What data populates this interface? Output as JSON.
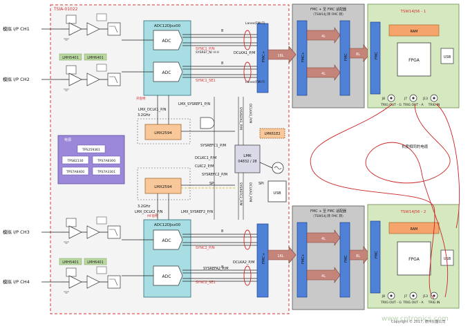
{
  "board": {
    "title": "TSIA-01022"
  },
  "inputs": [
    {
      "label": "模拟 I/P CH1"
    },
    {
      "label": "模拟 I/P CH2"
    },
    {
      "label": "模拟 I/P CH3"
    },
    {
      "label": "模拟 I/P CH4"
    }
  ],
  "amps": {
    "top": [
      "LMH5401",
      "LMH6401"
    ],
    "bottom": [
      "LMH5401",
      "LMH6401"
    ]
  },
  "adc_top": {
    "title": "ADC12DJxx00",
    "block": "ADC"
  },
  "adc_bottom": {
    "title": "ADC12DJxx00",
    "block": "ADC"
  },
  "signals": {
    "sync1_p": "SYNC1_P/N",
    "sync1_se": "SYNC1_SE1",
    "sync2_p": "SYNC2_P/N",
    "sync2_se": "SYNC2_SE1",
    "sysref_top": "SYSREF_N/ H H",
    "lmx_dclk1": "LMX_DCLK1_P/N",
    "lmx_dclk2": "LMX_DCLK2_P/N",
    "lmx_sysref1": "LMX_SYSREF1_P/N",
    "lmx_sysref2": "LMX_SYSREF2_P/N",
    "sysrefc1": "SYSREFC1_P/M",
    "dclkc1": "DCLKC1_P/M",
    "clkc2": "CLKC2_P/M",
    "sysrefc2": "SYSREFC2_P/M",
    "spi1": "SPI",
    "spi2": "SPI",
    "dclka1": "DCLKA1_P/M",
    "dclka2": "DCLKA2_P/M",
    "sysrefa1": "SYSREFA1_P/M",
    "sysrefa2": "SYSREFA2_P/M",
    "freq1": "3.2GHz",
    "freq2": "3.2GHz",
    "lane_top": "Lanes(FMI-T)",
    "lane_top2": "Lanes(FMI-T)",
    "bus8a": "8",
    "bus8b": "8",
    "bus8c": "8",
    "bus8d": "8",
    "note_red1": "开窗特",
    "note_red2": "MF窗特"
  },
  "lmx_top": "LMX2594",
  "lmx_bottom": "LMX2594",
  "lmk": {
    "name": "LMK\n04832 / 28",
    "l1": "LMK",
    "l2": "04832 / 28"
  },
  "lmk_aux": "LMK61E2",
  "usb_left": "USB",
  "fmc_left_top": "FMC+",
  "fmc_left_bottom": "FMC+",
  "power": {
    "title": "电源",
    "chips": [
      "TPS259361",
      "TPS82130",
      "TPS7A8300",
      "TPS7A8400",
      "TPS7A3301"
    ]
  },
  "adapter_top": {
    "title": "FMC + 至 FMC 适配器",
    "subtitle": "（TSW14J 转 FMC 转）",
    "fmc_a": "FMC+",
    "fmc_b": "FMC",
    "lane_a": "4L",
    "lane_b": "4L",
    "link_in": "16L",
    "link_out": "8L"
  },
  "adapter_bottom": {
    "title": "FMC + 至 FMC 适配器",
    "subtitle": "（TSW14J 转 FMC 转）",
    "fmc_a": "FMC+",
    "fmc_b": "FMC",
    "lane_a": "4L",
    "lane_b": "4L",
    "link_in": "16L",
    "link_out": "8L"
  },
  "tsw_top": {
    "title": "TSW14J56 - 1",
    "mem": "RAM",
    "fmc": "FMC",
    "fpga": "FPGA",
    "usb": "USB",
    "jacks": [
      {
        "id": "J8",
        "label": "TRIG OUT - G"
      },
      {
        "id": "J7",
        "label": "TRIG OUT - A"
      },
      {
        "id": "J13",
        "label": "TRIG IN"
      }
    ]
  },
  "tsw_bottom": {
    "title": "TSW14J56 - 2",
    "mem": "RAM",
    "fmc": "FMC",
    "fpga": "FPGA",
    "usb": "USB",
    "jacks": [
      {
        "id": "J8",
        "label": "TRIG OUT - G"
      },
      {
        "id": "J7",
        "label": "TRIG OUT - A"
      },
      {
        "id": "J13",
        "label": "TRIG IN"
      }
    ]
  },
  "cable_note": "长度相同的电缆",
  "watermark": "www.cntronics.com",
  "copyright": "Copyright © 2017, 德州仪器公司",
  "colors": {
    "adc": "#a8dde3",
    "fmc": "#4f81d6",
    "lmx": "#f8c89a",
    "power": "#9b88d9",
    "adapter": "#c9c9c9",
    "tsw": "#d5e8c0",
    "ram": "#f5a46b",
    "trace": "#cc2222"
  }
}
